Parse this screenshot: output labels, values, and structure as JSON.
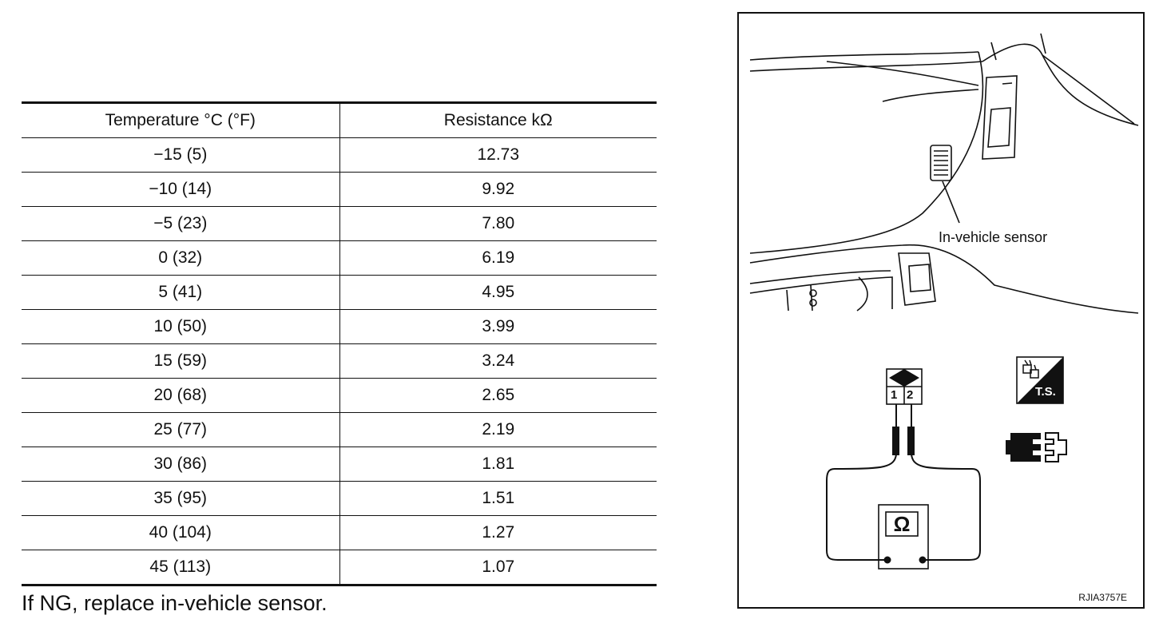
{
  "table": {
    "headers": [
      "Temperature °C (°F)",
      "Resistance kΩ"
    ],
    "rows": [
      [
        "−15 (5)",
        "12.73"
      ],
      [
        "−10 (14)",
        "9.92"
      ],
      [
        "−5 (23)",
        "7.80"
      ],
      [
        "0 (32)",
        "6.19"
      ],
      [
        "5 (41)",
        "4.95"
      ],
      [
        "10 (50)",
        "3.99"
      ],
      [
        "15 (59)",
        "3.24"
      ],
      [
        "20 (68)",
        "2.65"
      ],
      [
        "25 (77)",
        "2.19"
      ],
      [
        "30 (86)",
        "1.81"
      ],
      [
        "35 (95)",
        "1.51"
      ],
      [
        "40 (104)",
        "1.27"
      ],
      [
        "45 (113)",
        "1.07"
      ]
    ]
  },
  "note": "If NG, replace in-vehicle sensor.",
  "figure": {
    "sensor_label": "In-vehicle sensor",
    "connector_pins": [
      "1",
      "2"
    ],
    "meter_symbol": "Ω",
    "ts_badge": "T.S.",
    "code": "RJIA3757E",
    "icons": [
      "dashboard-illustration",
      "connector-icon",
      "ts-badge-icon",
      "disconnect-connector-icon",
      "ohmmeter-icon"
    ]
  }
}
